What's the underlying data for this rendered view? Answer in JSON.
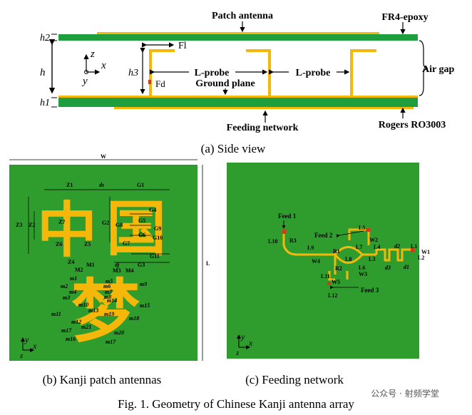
{
  "colors": {
    "substrate_green": "#1e9e3c",
    "metal_gold": "#f5b80a",
    "panel_green": "#2f9d2d",
    "feed_red": "#d43a1a",
    "dim_line": "#000000"
  },
  "side_view": {
    "patch_antenna": "Patch antenna",
    "fr4": "FR4-epoxy",
    "air_gap": "Air gap",
    "ground_plane": "Ground plane",
    "feeding_network": "Feeding network",
    "rogers": "Rogers RO3003",
    "lprobe_1": "L-probe",
    "lprobe_2": "L-probe",
    "h2": "h2",
    "h": "h",
    "h1": "h1",
    "h3": "h3",
    "fl": "Fl",
    "fd": "Fd",
    "axis_z": "z",
    "axis_x": "x",
    "axis_y": "y",
    "caption": "(a) Side view"
  },
  "panel_b": {
    "caption": "(b) Kanji patch antennas",
    "W": "W",
    "L": "L",
    "kanji_1": "中",
    "kanji_2": "国",
    "kanji_3": "梦",
    "labels": {
      "Z1": "Z1",
      "ds": "ds",
      "G1": "G1",
      "Z3": "Z3",
      "Z2": "Z2",
      "Z7": "Z7",
      "Z6": "Z6",
      "Z5": "Z5",
      "Z4": "Z4",
      "G4": "G4",
      "G2": "G2",
      "G5": "G5",
      "G8": "G8",
      "G9": "G9",
      "G6": "G6",
      "G10": "G10",
      "G7": "G7",
      "G11": "G11",
      "G3": "G3",
      "dj": "dj",
      "M1": "M1",
      "M2": "M2",
      "M3": "M3",
      "M4": "M4",
      "m1": "m1",
      "m2": "m2",
      "m3": "m3",
      "m4": "m4",
      "m5": "m5",
      "m6": "m6",
      "m7": "m7",
      "m8": "m8",
      "m9": "m9",
      "m10": "m10",
      "m11": "m11",
      "m12": "m12",
      "m13": "m13",
      "m14": "m14",
      "m15": "m15",
      "m16": "m16",
      "m17": "m17",
      "m18": "m18",
      "m19": "m19",
      "m20": "m20",
      "m21": "m21"
    },
    "axis_y": "y",
    "axis_x": "x",
    "axis_z": "z"
  },
  "panel_c": {
    "caption": "(c) Feeding network",
    "feed_1": "Feed 1",
    "feed_2": "Feed 2",
    "feed_3": "Feed 3",
    "labels": {
      "L10": "L10",
      "R3": "R3",
      "L9": "L9",
      "W4": "W4",
      "R1": "R1",
      "R2": "R2",
      "L5": "L5",
      "W2": "W2",
      "L7": "L7",
      "L8": "L8",
      "L4": "L4",
      "L3": "L3",
      "d2": "d2",
      "L1": "L1",
      "W1": "W1",
      "L2": "L2",
      "d3": "d3",
      "d1": "d1",
      "L6": "L6",
      "W3": "W3",
      "L11": "L11",
      "W5": "W5",
      "L12": "L12"
    },
    "axis_y": "y",
    "axis_x": "x",
    "axis_z": "z"
  },
  "figure_caption": "Fig. 1.   Geometry of Chinese Kanji antenna array",
  "watermark": "公众号 · 射频学堂"
}
